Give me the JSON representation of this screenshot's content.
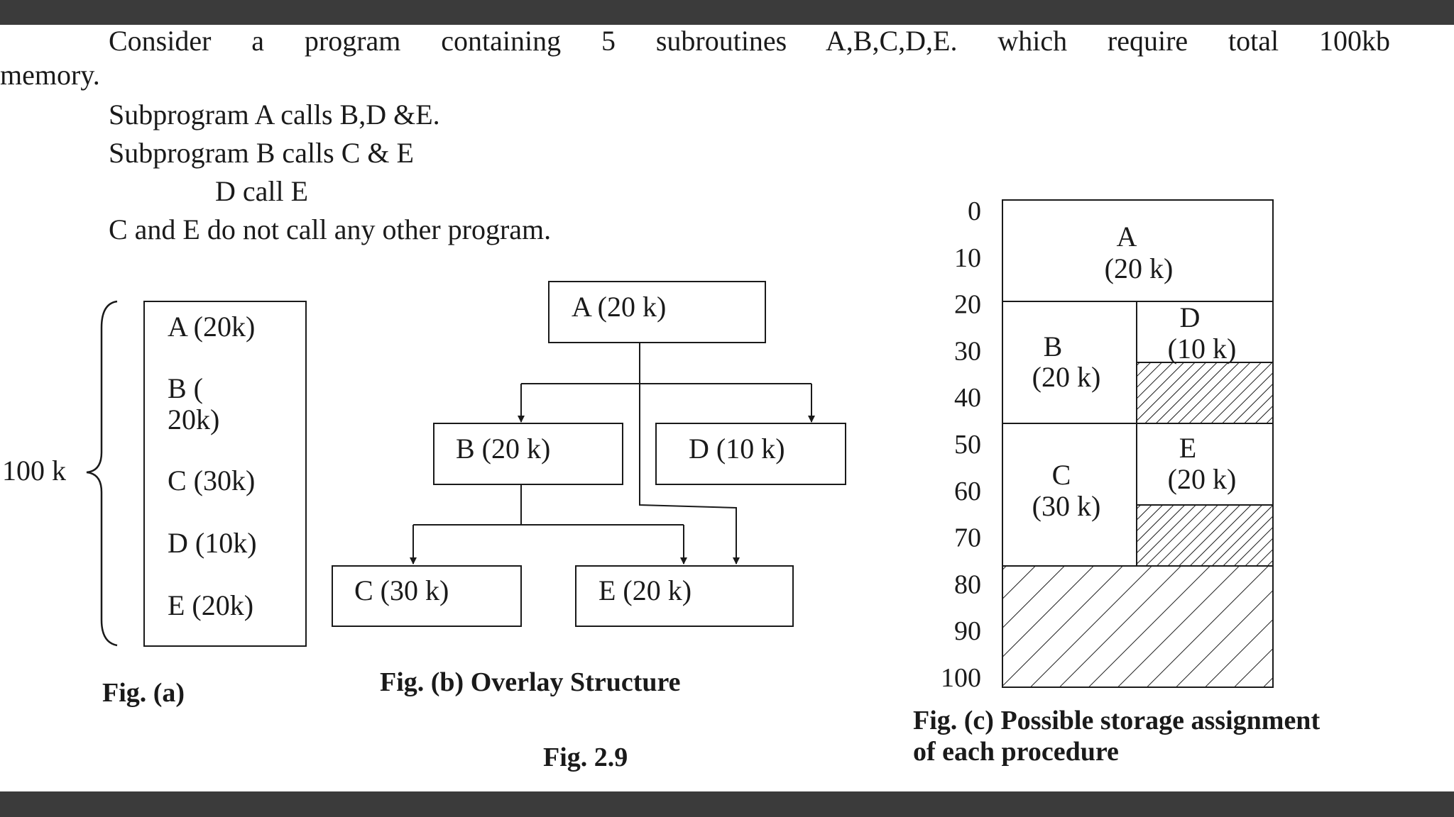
{
  "intro": {
    "line1": "Consider a program containing 5 subroutines A,B,C,D,E. which require total 100kb",
    "line1_cont": "memory.",
    "line2": "Subprogram A calls B,D &E.",
    "line3": "Subprogram B calls  C & E",
    "line4": "D call E",
    "line5": "C and E do not call any other program."
  },
  "fig_a": {
    "total_label": "100 k",
    "items": {
      "a": "A (20k)",
      "b_line1": "B (",
      "b_line2": "20k)",
      "c": "C (30k)",
      "d": "D (10k)",
      "e": "E (20k)"
    },
    "caption": "Fig. (a)"
  },
  "fig_b": {
    "nodes": {
      "a": "A (20 k)",
      "b": "B (20 k)",
      "d": "D (10 k)",
      "c": "C (30 k)",
      "e": "E (20 k)"
    },
    "caption": "Fig. (b) Overlay Structure"
  },
  "fig_main_caption": "Fig. 2.9",
  "fig_c": {
    "ticks": [
      "0",
      "10",
      "20",
      "30",
      "40",
      "50",
      "60",
      "70",
      "80",
      "90",
      "100"
    ],
    "blocks": {
      "a_name": "A",
      "a_size": "(20 k)",
      "b_name": "B",
      "b_size": "(20 k)",
      "d_name": "D",
      "d_size": "(10 k)",
      "c_name": "C",
      "c_size": "(30 k)",
      "e_name": "E",
      "e_size": "(20 k)"
    },
    "caption_line1": "Fig. (c) Possible storage assignment",
    "caption_line2": "of each procedure"
  }
}
